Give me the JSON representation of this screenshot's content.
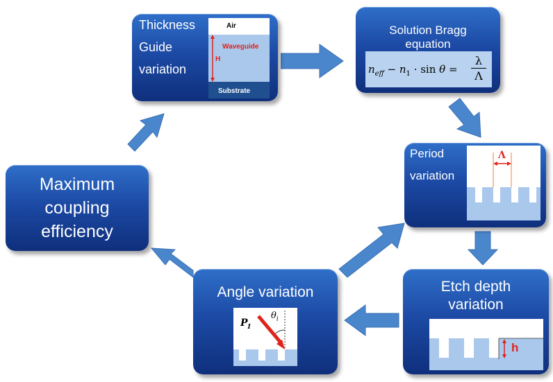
{
  "boxes": {
    "thickness": {
      "line1": "Thickness",
      "line2": "Guide",
      "line3": "variation"
    },
    "bragg": {
      "line1": "Solution Bragg",
      "line2": "equation"
    },
    "period": {
      "line1": "Period",
      "line2": "variation"
    },
    "etch": {
      "line1": "Etch depth",
      "line2": "variation"
    },
    "angle": {
      "line1": "Angle variation"
    },
    "maximum": {
      "line1": "Maximum",
      "line2": "coupling",
      "line3": "efficiency"
    }
  },
  "waveguide_inset": {
    "air": "Air",
    "waveguide": "Waveguide",
    "height_label": "H",
    "substrate": "Substrate"
  },
  "period_inset": {
    "label": "Λ"
  },
  "etch_inset": {
    "label": "h"
  },
  "angle_inset": {
    "beam_label": "P",
    "beam_sub": "I",
    "angle_label": "θ",
    "angle_sub": "i"
  },
  "equation": {
    "n": "n",
    "eff": "eff",
    "minus": "−",
    "n1": "n",
    "n1_sub": "1",
    "dot": "·",
    "sin": "sin",
    "theta": "θ",
    "equals": "=",
    "numerator": "λ",
    "denominator": "Λ"
  },
  "colors": {
    "box_top": "#2f6fc9",
    "box_bottom": "#0f2f7c",
    "arrow": "#4a86cc",
    "inset_light": "#a9c8ec",
    "inset_dark": "#1f4f8f",
    "red": "#e0231b"
  }
}
